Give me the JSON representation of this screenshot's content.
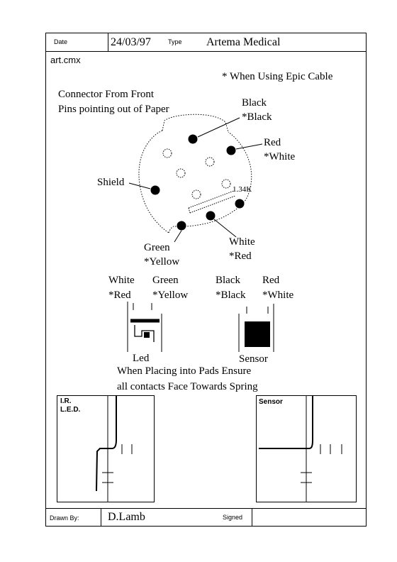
{
  "header": {
    "date_label": "Date",
    "date_value": "24/03/97",
    "type_label": "Type",
    "type_value": "Artema Medical"
  },
  "filename": "art.cmx",
  "note": "* When Using Epic Cable",
  "connector": {
    "title_line1": "Connector From Front",
    "title_line2": "Pins pointing out of Paper",
    "resistor_label": "1.34K",
    "labels": {
      "black": "Black",
      "black_alt": "*Black",
      "red": "Red",
      "red_alt": "*White",
      "shield": "Shield",
      "white": "White",
      "white_alt": "*Red",
      "green": "Green",
      "green_alt": "*Yellow"
    }
  },
  "components": {
    "led_wire1": "White",
    "led_wire1_alt": "*Red",
    "led_wire2": "Green",
    "led_wire2_alt": "*Yellow",
    "sensor_wire1": "Black",
    "sensor_wire1_alt": "*Black",
    "sensor_wire2": "Red",
    "sensor_wire2_alt": "*White",
    "led_label": "Led",
    "sensor_label": "Sensor"
  },
  "instruction_line1": "When Placing into Pads Ensure",
  "instruction_line2": "all contacts Face Towards Spring",
  "panels": {
    "left_title_line1": "I.R.",
    "left_title_line2": "L.E.D.",
    "right_title": "Sensor"
  },
  "footer": {
    "drawn_by_label": "Drawn By:",
    "drawn_by_value": "D.Lamb",
    "signed_label": "Signed"
  }
}
